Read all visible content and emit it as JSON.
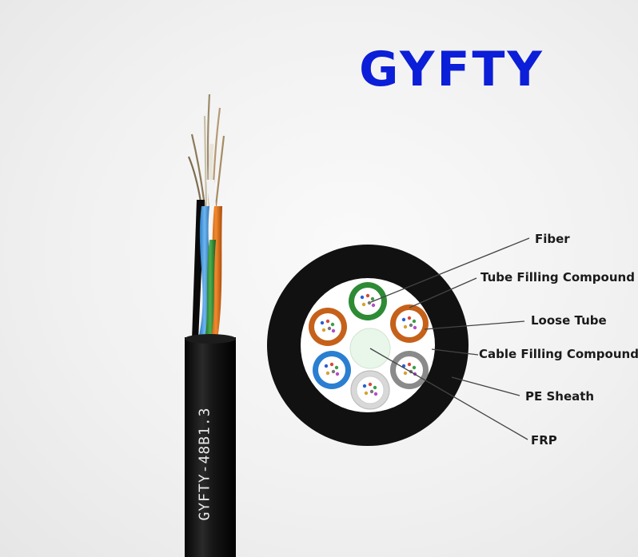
{
  "title": "GYFTY",
  "cable_print": "GYFTY-48B1.3",
  "colors": {
    "title": "#0b1ed8",
    "sheath": "#111111",
    "leader": "#444444"
  },
  "cross_section": {
    "tubes": [
      {
        "color": "green"
      },
      {
        "color": "orange"
      },
      {
        "color": "orange"
      },
      {
        "color": "blue"
      },
      {
        "color": "white"
      },
      {
        "color": "gray"
      }
    ],
    "center": "frp"
  },
  "labels": [
    {
      "id": "fiber",
      "text": "Fiber"
    },
    {
      "id": "tube-filling-compound",
      "text": "Tube Filling Compound"
    },
    {
      "id": "loose-tube",
      "text": "Loose Tube"
    },
    {
      "id": "cable-filling-compound",
      "text": "Cable Filling Compound"
    },
    {
      "id": "pe-sheath",
      "text": "PE Sheath"
    },
    {
      "id": "frp",
      "text": "FRP"
    }
  ]
}
